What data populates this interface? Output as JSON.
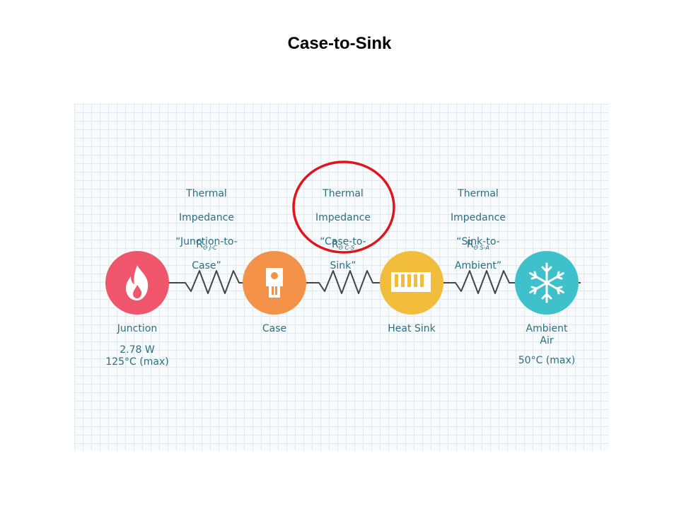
{
  "slide": {
    "title": "Case-to-Sink"
  },
  "colors": {
    "junction": "#f0566b",
    "case": "#f4924a",
    "heat_sink": "#f2bd3b",
    "ambient": "#3fc1cc",
    "label_text": "#2a6f83",
    "highlight_ring": "#e0141b",
    "resistor": "#444444"
  },
  "impedances": [
    {
      "lines": [
        "Thermal",
        "Impedance",
        "“Junction-to-",
        "Case”"
      ],
      "symbol": "R",
      "subscript": "Θ J-C"
    },
    {
      "lines": [
        "Thermal",
        "Impedance",
        "“Case-to-",
        "Sink”"
      ],
      "symbol": "R",
      "subscript": "Θ C-S",
      "highlighted": true
    },
    {
      "lines": [
        "Thermal",
        "Impedance",
        "“Sink-to-",
        "Ambient”"
      ],
      "symbol": "R",
      "subscript": "Θ S-A"
    }
  ],
  "nodes": [
    {
      "name": "Junction",
      "icon": "flame-icon",
      "values": [
        "2.78 W",
        "125°C (max)"
      ]
    },
    {
      "name": "Case",
      "icon": "chip-package-icon",
      "values": []
    },
    {
      "name": "Heat Sink",
      "icon": "heat-sink-fins-icon",
      "values": []
    },
    {
      "name": "Ambient\nAir",
      "icon": "snowflake-icon",
      "values": [
        "50°C (max)"
      ]
    }
  ]
}
